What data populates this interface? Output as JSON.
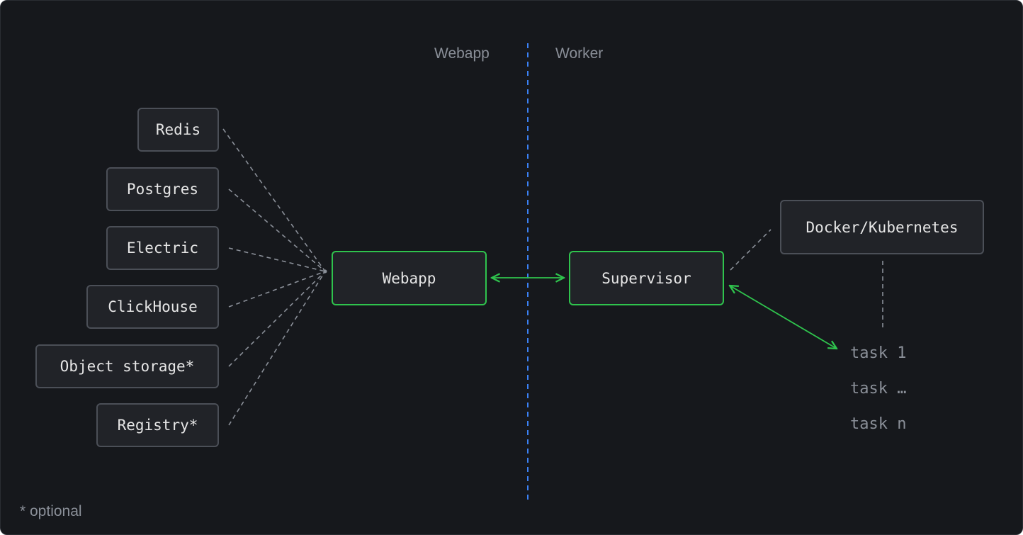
{
  "zones": {
    "left": "Webapp",
    "right": "Worker"
  },
  "dependencies": [
    "Redis",
    "Postgres",
    "Electric",
    "ClickHouse",
    "Object storage*",
    "Registry*"
  ],
  "core": {
    "webapp": "Webapp",
    "supervisor": "Supervisor"
  },
  "runtime": "Docker/Kubernetes",
  "tasks": [
    "task 1",
    "task …",
    "task n"
  ],
  "footnote": "* optional",
  "colors": {
    "background": "#16181c",
    "box_fill": "#212328",
    "box_border": "#4b4f57",
    "accent_green": "#2fc34d",
    "divider_blue": "#3b82f6",
    "muted_text": "#8a8f98"
  }
}
